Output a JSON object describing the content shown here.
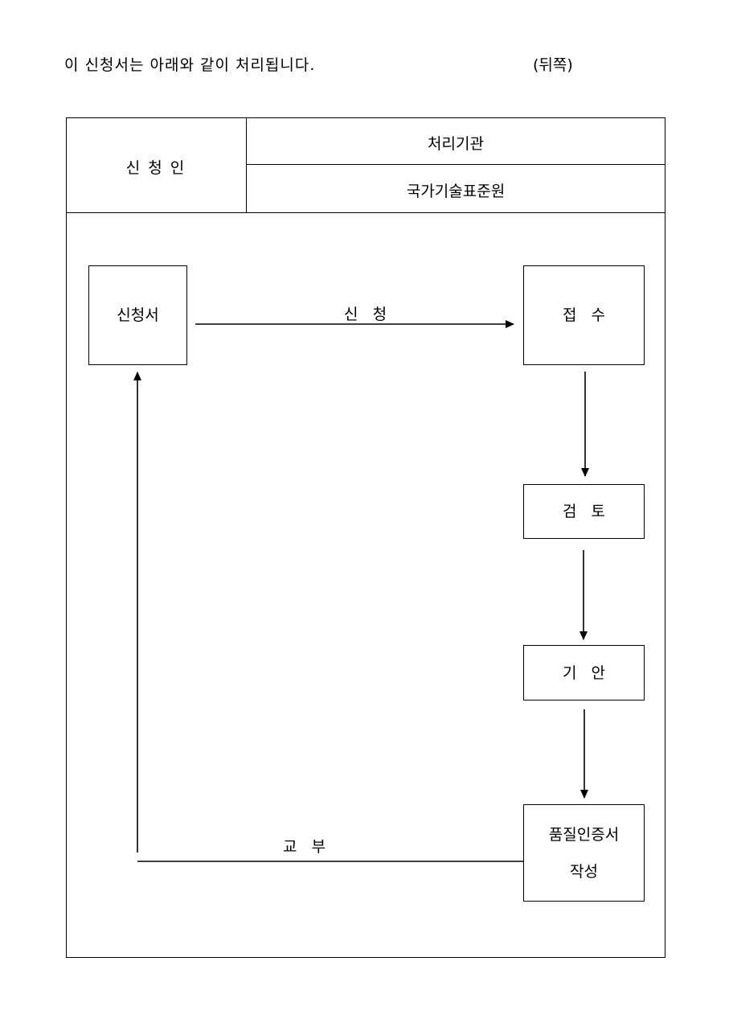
{
  "header": {
    "intro_text": "이 신청서는 아래와 같이 처리됩니다.",
    "page_side": "(뒤쪽)"
  },
  "table": {
    "applicant_label": "신 청 인",
    "agency_header": "처리기관",
    "agency_name": "국가기술표준원"
  },
  "flow": {
    "application_form": "신청서",
    "apply_label": "신   청",
    "receipt": "접   수",
    "review": "검   토",
    "draft": "기   안",
    "certificate_line1": "품질인증서",
    "certificate_line2": "작성",
    "delivery_label": "교   부"
  }
}
